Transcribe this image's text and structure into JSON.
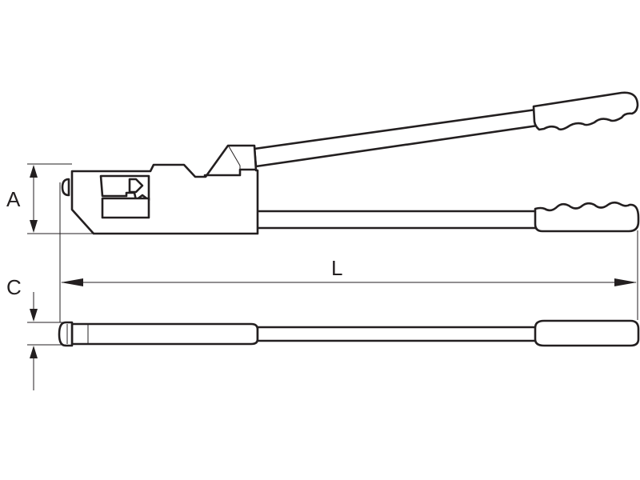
{
  "diagram": {
    "colors": {
      "line": "#231f20",
      "background": "#ffffff"
    },
    "dimensions": {
      "A": {
        "label": "A"
      },
      "L": {
        "label": "L"
      },
      "C": {
        "label": "C"
      }
    }
  }
}
